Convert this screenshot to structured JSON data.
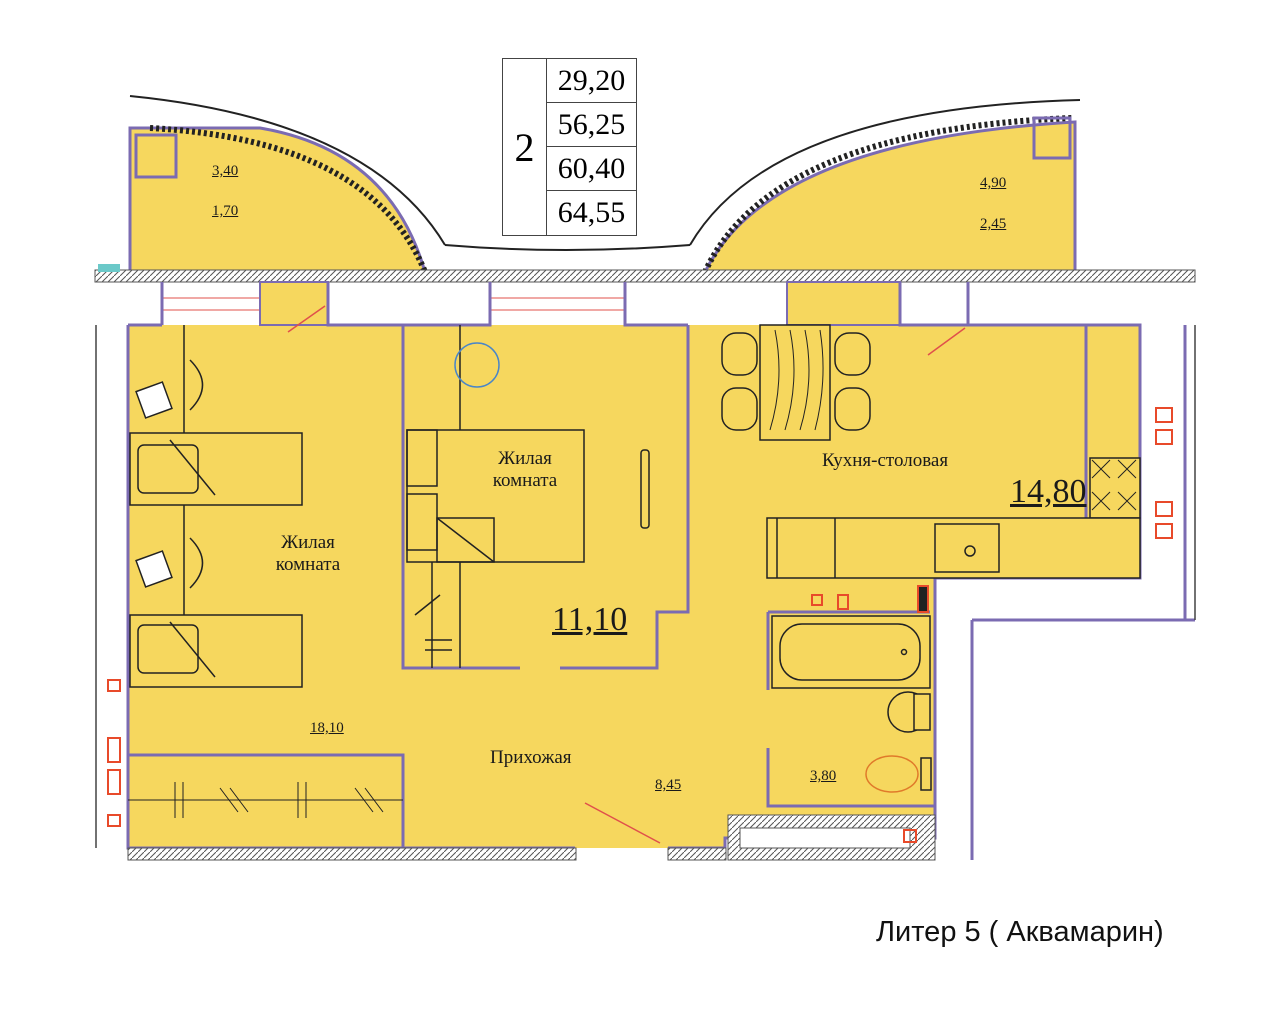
{
  "summary": {
    "rooms_count": "2",
    "areas": [
      "29,20",
      "56,25",
      "60,40",
      "64,55"
    ]
  },
  "rooms": {
    "balcony_left": {
      "area": "3,40",
      "area_reduced": "1,70"
    },
    "balcony_right": {
      "area": "4,90",
      "area_reduced": "2,45"
    },
    "bedroom_left": {
      "name_line1": "Жилая",
      "name_line2": "комната",
      "area": "18,10"
    },
    "bedroom_center": {
      "name_line1": "Жилая",
      "name_line2": "комната",
      "area": "11,10"
    },
    "kitchen": {
      "name": "Кухня-столовая",
      "area": "14,80"
    },
    "hallway": {
      "name": "Прихожая",
      "area": "8,45"
    },
    "bathroom": {
      "area": "3,80"
    }
  },
  "caption": "Литер 5 ( Аквамарин)",
  "colors": {
    "floor": "#f6d75e",
    "wall": "#7b6bb2",
    "line": "#222222",
    "door_mark": "#e0504b",
    "socket": "#e84a2a"
  }
}
